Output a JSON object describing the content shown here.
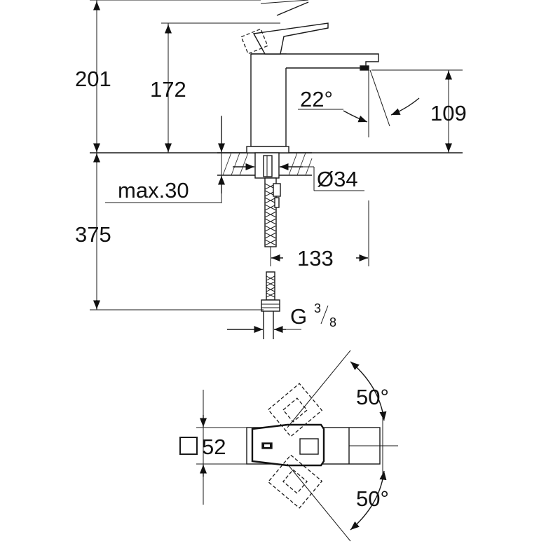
{
  "dimensions": {
    "total_height": "201",
    "spout_height": "172",
    "outlet_height": "109",
    "spout_angle": "22°",
    "max_deck": "max.30",
    "hole_diameter": "Ø34",
    "hose_length": "375",
    "projection": "133",
    "thread_letter": "G",
    "thread_num": "3",
    "thread_den": "8",
    "base_square": "52",
    "rotation_upper": "50°",
    "rotation_lower": "50°"
  }
}
